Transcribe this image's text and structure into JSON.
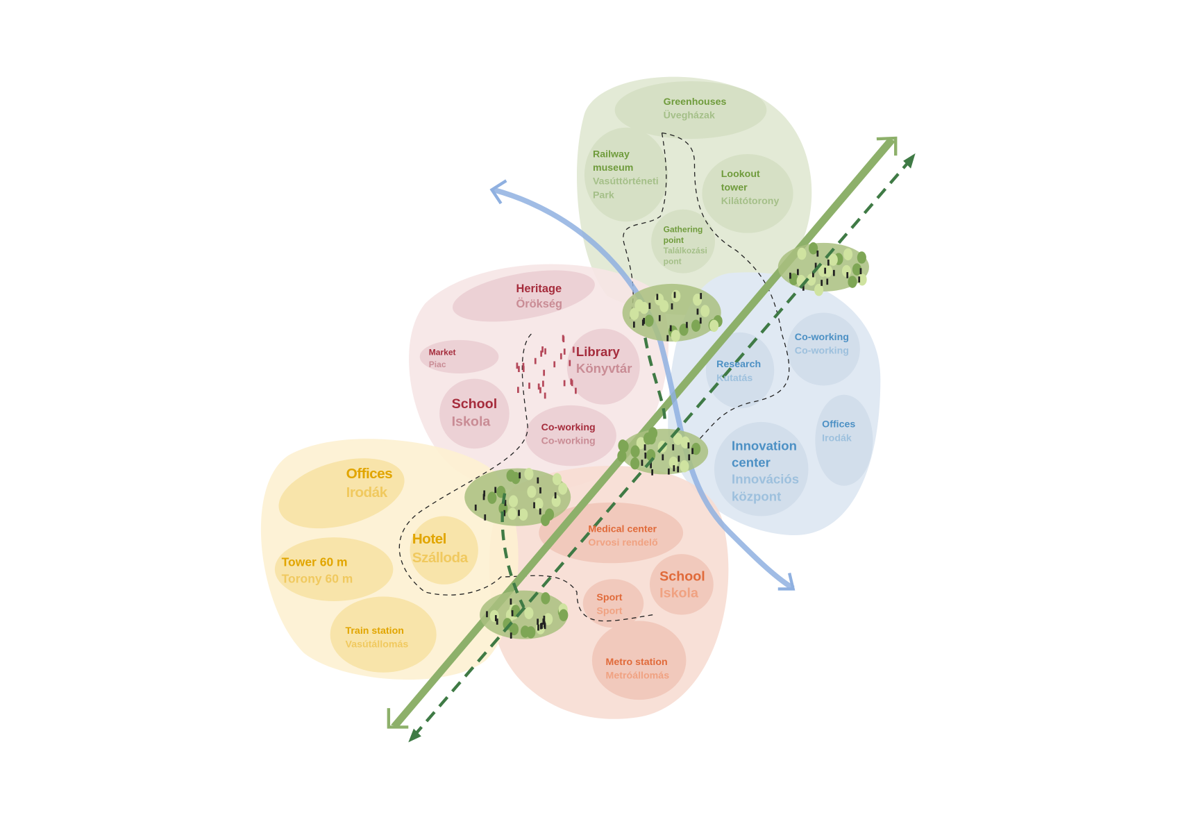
{
  "zones": {
    "green": {
      "color": "#e3ead6",
      "accent": "#6f9b3c",
      "accent_light": "#a4bf88",
      "greenhouses": [
        "Greenhouses",
        "Üvegházak"
      ],
      "railway_museum": [
        "Railway",
        "museum",
        "Vasúttörténeti",
        "Park"
      ],
      "lookout_tower": [
        "Lookout",
        "tower",
        "Kilátótorony"
      ],
      "gathering_point": [
        "Gathering",
        "point",
        "Találkozási",
        "pont"
      ]
    },
    "pink": {
      "color": "#f6e6e6",
      "accent": "#a52c3c",
      "accent_light": "#c98c95",
      "heritage": [
        "Heritage",
        "Örökség"
      ],
      "market": [
        "Market",
        "Piac"
      ],
      "library": [
        "Library",
        "Könyvtár"
      ],
      "school": [
        "School",
        "Iskola"
      ],
      "coworking": [
        "Co-working",
        "Co-working"
      ]
    },
    "blue": {
      "color": "#e0e9f3",
      "accent": "#4c90c4",
      "accent_light": "#9dc0dd",
      "coworking": [
        "Co-working",
        "Co-working"
      ],
      "research": [
        "Research",
        "Kutatás"
      ],
      "offices": [
        "Offices",
        "Irodák"
      ],
      "innovation_center": [
        "Innovation",
        "center",
        "Innovációs",
        "központ"
      ]
    },
    "yellow": {
      "color": "#fdf1d2",
      "accent": "#e1a500",
      "accent_light": "#f0c95f",
      "offices": [
        "Offices",
        "Irodák"
      ],
      "hotel": [
        "Hotel",
        "Szálloda"
      ],
      "tower": [
        "Tower 60 m",
        "Torony 60 m"
      ],
      "train_station": [
        "Train station",
        "Vasútállomás"
      ]
    },
    "salmon": {
      "color": "#f7ddd3",
      "accent": "#e06a3a",
      "accent_light": "#f0a282",
      "medical_center": [
        "Medical center",
        "Orvosi rendelő"
      ],
      "sport": [
        "Sport",
        "Sport"
      ],
      "school": [
        "School",
        "Iskola"
      ],
      "metro_station": [
        "Metro station",
        "Metróállomás"
      ]
    }
  },
  "arrows": {
    "green_axis": "#8db06a",
    "dashed_axis": "#3f7a45",
    "blue_axis": "#8fb0e0"
  }
}
